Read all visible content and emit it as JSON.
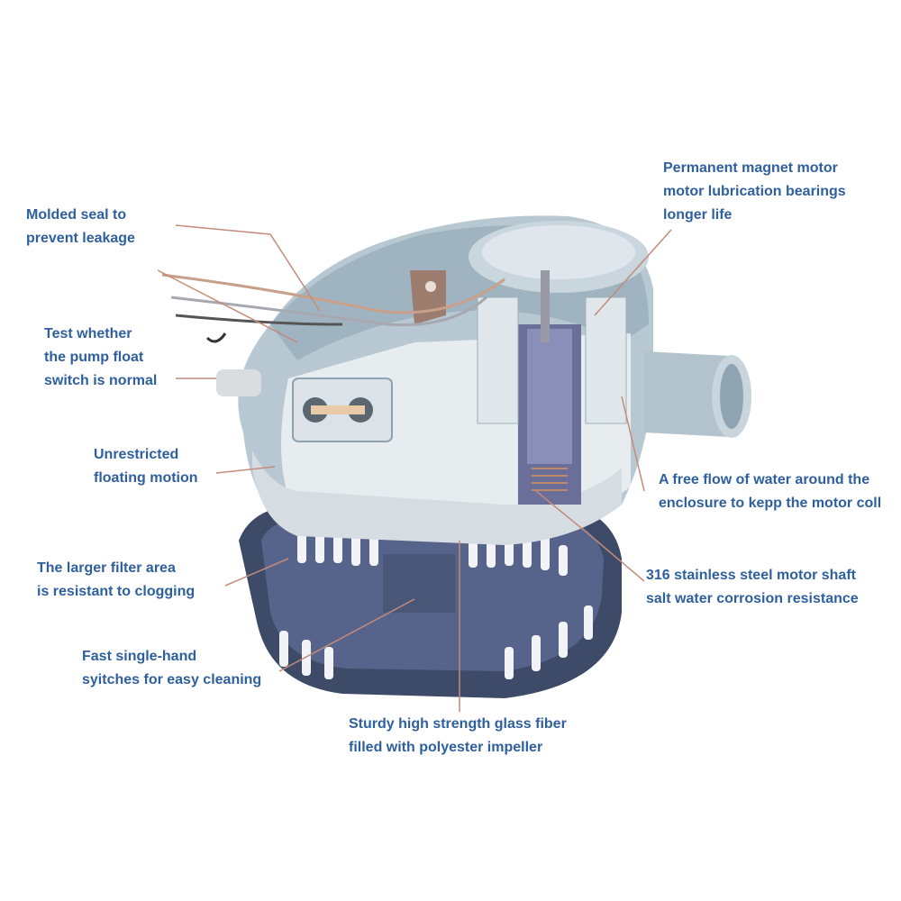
{
  "colors": {
    "label_text": "#2e5f9e",
    "leader_line": "#c48a7a",
    "housing": "#b8c8d2",
    "housing_dark": "#7d93a3",
    "base": "#3d4a68",
    "motor": "#6a6f9a"
  },
  "callouts": [
    {
      "id": "molded-seal",
      "lines": [
        "Molded seal to",
        "prevent leakage"
      ]
    },
    {
      "id": "float-switch-test",
      "lines": [
        "Test whether",
        "the pump float",
        "switch is normal"
      ]
    },
    {
      "id": "floating-motion",
      "lines": [
        "Unrestricted",
        "floating motion"
      ]
    },
    {
      "id": "filter-area",
      "lines": [
        "The larger filter area",
        "is resistant to clogging"
      ]
    },
    {
      "id": "single-hand",
      "lines": [
        "Fast single-hand",
        "syitches for easy cleaning"
      ]
    },
    {
      "id": "impeller",
      "lines": [
        "Sturdy high strength glass fiber",
        "filled with polyester impeller"
      ]
    },
    {
      "id": "motor-shaft",
      "lines": [
        "316 stainless steel motor shaft",
        "salt water corrosion resistance"
      ]
    },
    {
      "id": "water-flow",
      "lines": [
        "A free flow of water around the",
        "enclosure to kepp the motor coll"
      ]
    },
    {
      "id": "magnet-motor",
      "lines": [
        "Permanent magnet motor",
        "motor lubrication bearings",
        "longer life"
      ]
    }
  ],
  "image": {
    "subject": "bilge-pump-cutaway"
  }
}
